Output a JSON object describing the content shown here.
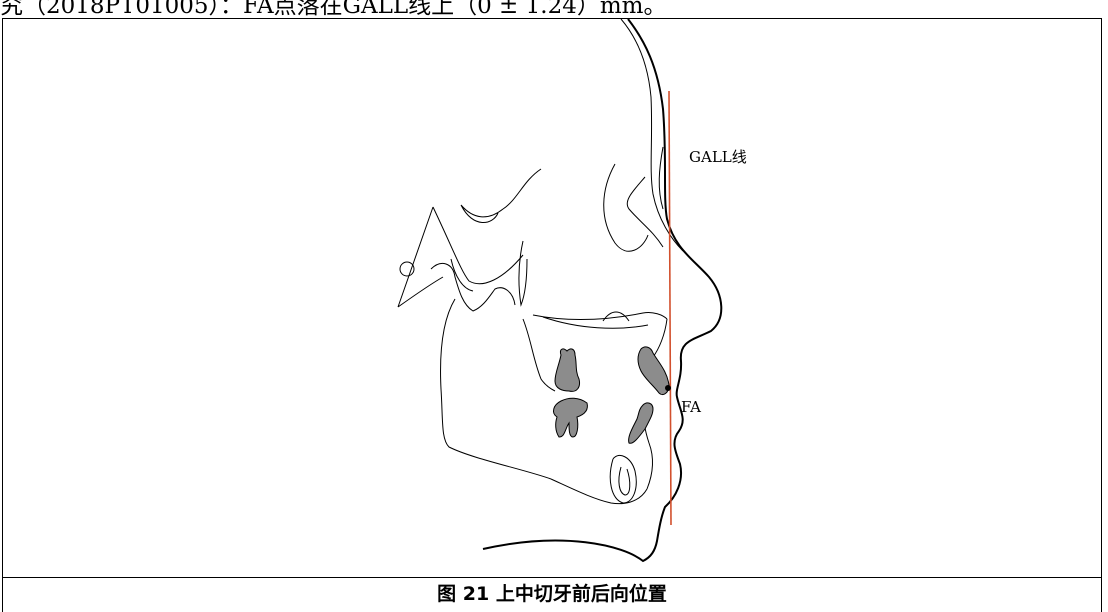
{
  "header_text": "究（2018PT01005）：FA点落在GALL线上（0 ± 1.24）mm。",
  "labels": {
    "gall": "GALL线",
    "fa": "FA"
  },
  "caption": "图 21 上中切牙前后向位置",
  "colors": {
    "gall_line": "#d2502d",
    "tooth_fill": "#8c8c8c",
    "outline": "#000000"
  }
}
